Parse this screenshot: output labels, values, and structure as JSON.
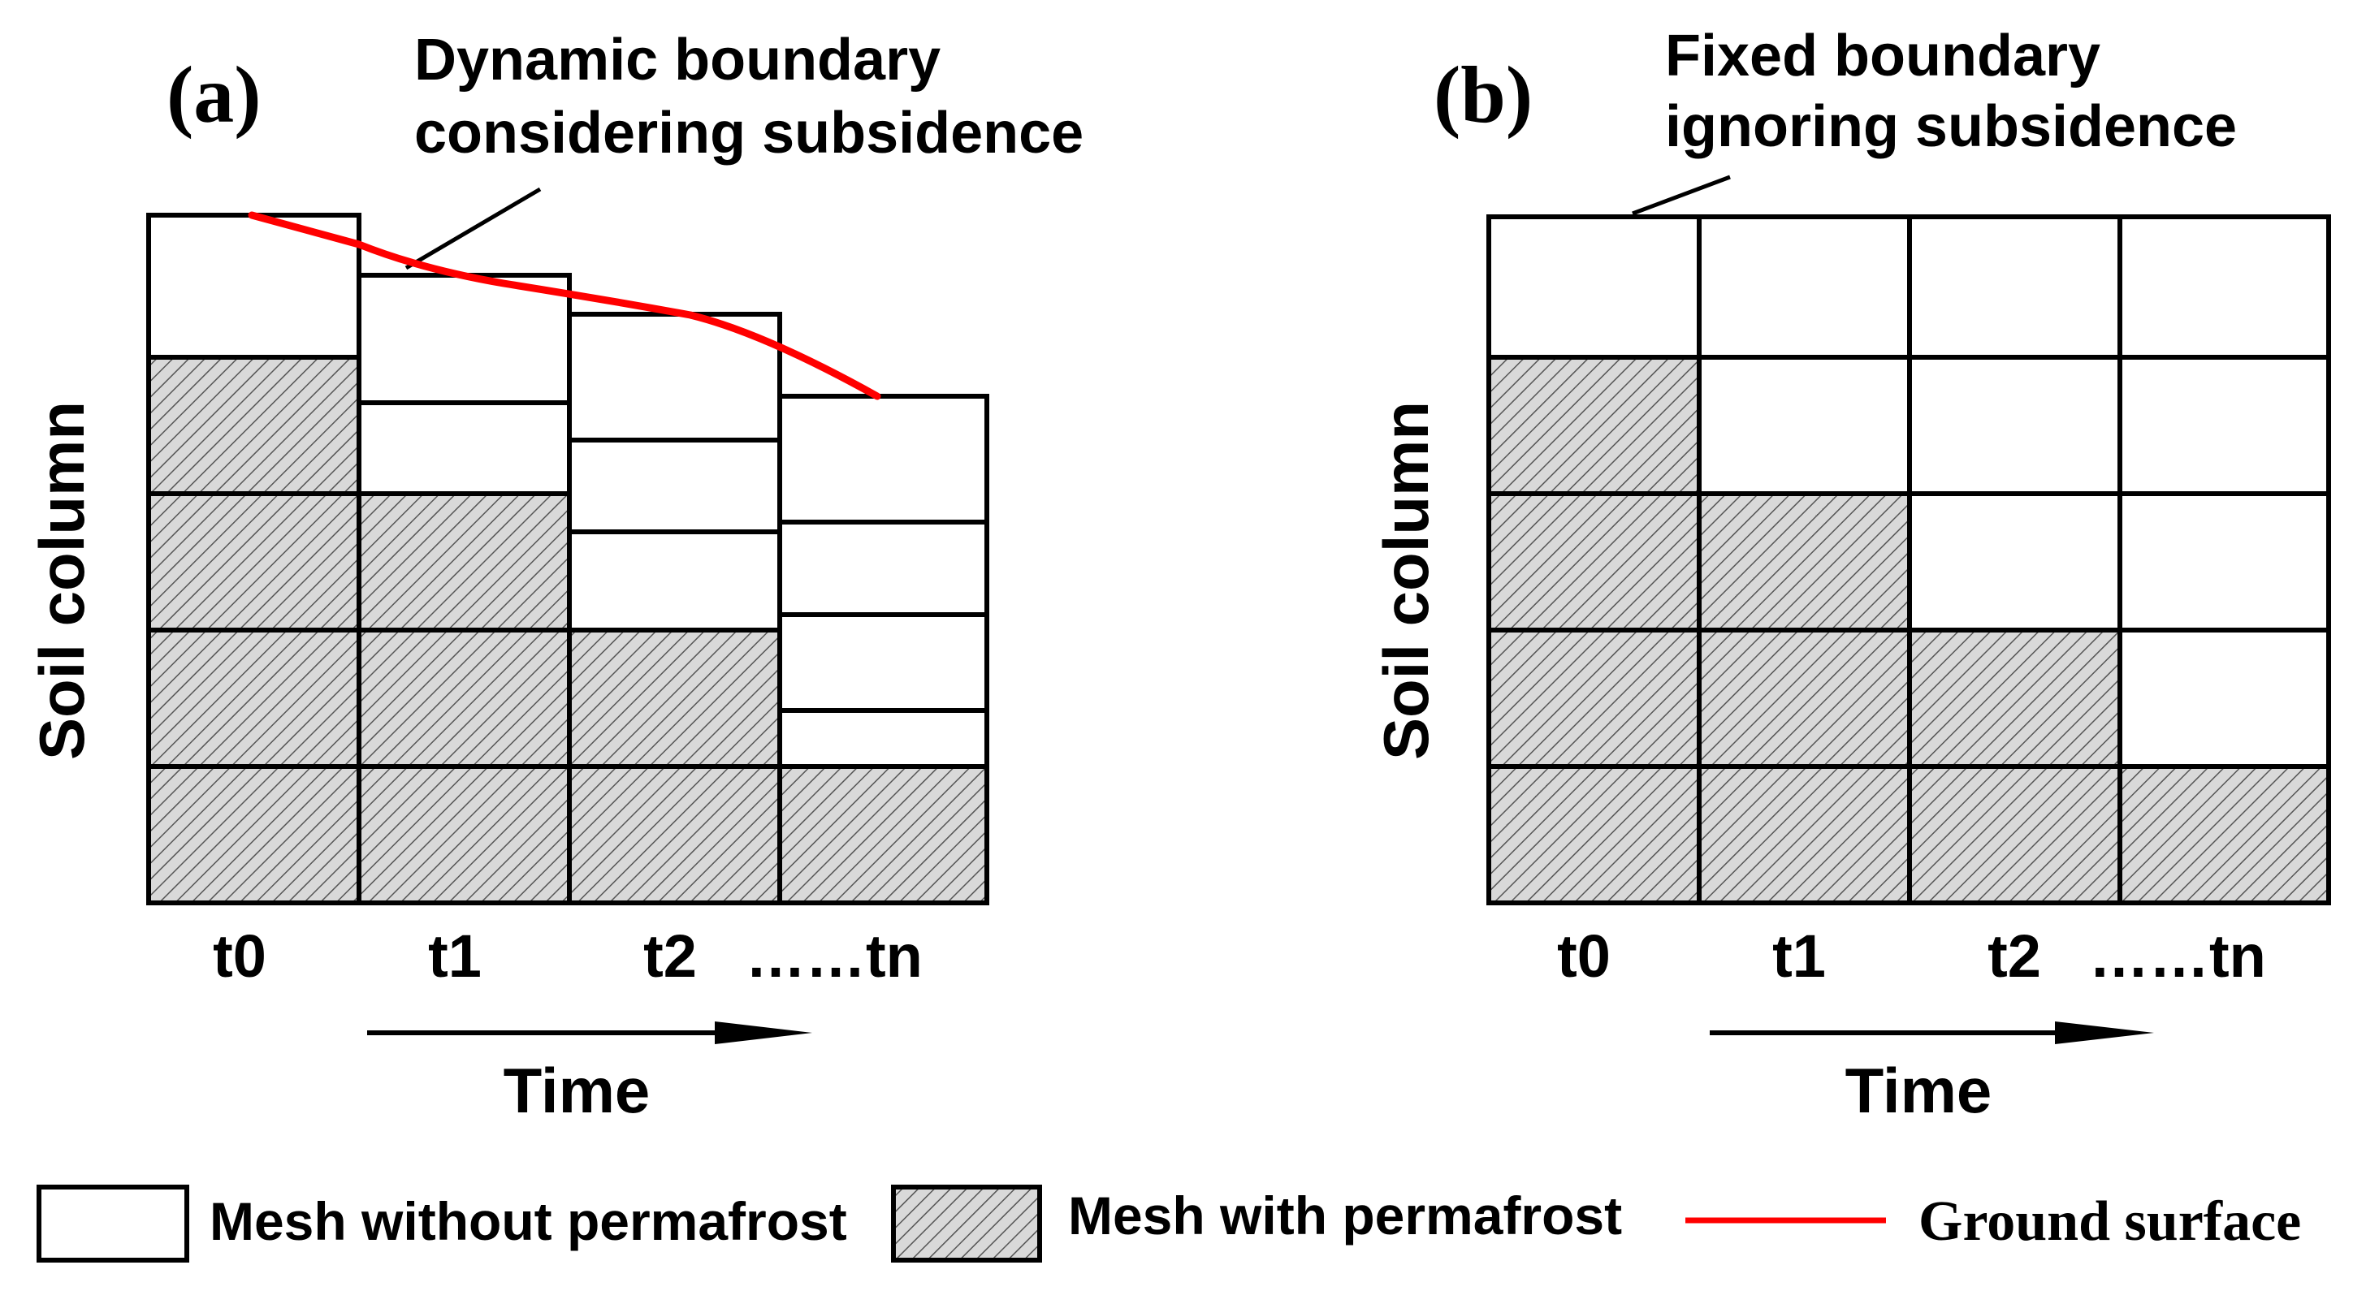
{
  "panels": [
    {
      "id": "a",
      "label": "(a)",
      "annotation_line1": "Dynamic boundary",
      "annotation_line2": "considering subsidence",
      "y_axis_label": "Soil column",
      "x_axis_label": "Time",
      "time_labels": [
        "t0",
        "t1",
        "t2",
        "……tn"
      ],
      "columns": [
        {
          "time": "t0",
          "layers_top_to_bottom": [
            "without",
            "with",
            "with",
            "with",
            "with"
          ]
        },
        {
          "time": "t1",
          "layers_top_to_bottom": [
            "without",
            "without",
            "with",
            "with",
            "with"
          ]
        },
        {
          "time": "t2",
          "layers_top_to_bottom": [
            "without",
            "without",
            "without",
            "with",
            "with"
          ]
        },
        {
          "time": "tn",
          "layers_top_to_bottom": [
            "without",
            "without",
            "without",
            "without",
            "with"
          ]
        }
      ]
    },
    {
      "id": "b",
      "label": "(b)",
      "annotation_line1": "Fixed boundary",
      "annotation_line2": "ignoring subsidence",
      "y_axis_label": "Soil column",
      "x_axis_label": "Time",
      "time_labels": [
        "t0",
        "t1",
        "t2",
        "……tn"
      ],
      "columns": [
        {
          "time": "t0",
          "layers_top_to_bottom": [
            "without",
            "with",
            "with",
            "with",
            "with"
          ]
        },
        {
          "time": "t1",
          "layers_top_to_bottom": [
            "without",
            "without",
            "with",
            "with",
            "with"
          ]
        },
        {
          "time": "t2",
          "layers_top_to_bottom": [
            "without",
            "without",
            "without",
            "with",
            "with"
          ]
        },
        {
          "time": "tn",
          "layers_top_to_bottom": [
            "without",
            "without",
            "without",
            "without",
            "with"
          ]
        }
      ]
    }
  ],
  "legend": {
    "without_label": "Mesh without permafrost",
    "with_label": "Mesh with permafrost",
    "ground_label": "Ground surface"
  },
  "colors": {
    "outline": "#000000",
    "hatch": "#555555",
    "hatch_background": "#d9d9d9",
    "ground_surface": "#ff0000",
    "background": "#ffffff"
  }
}
